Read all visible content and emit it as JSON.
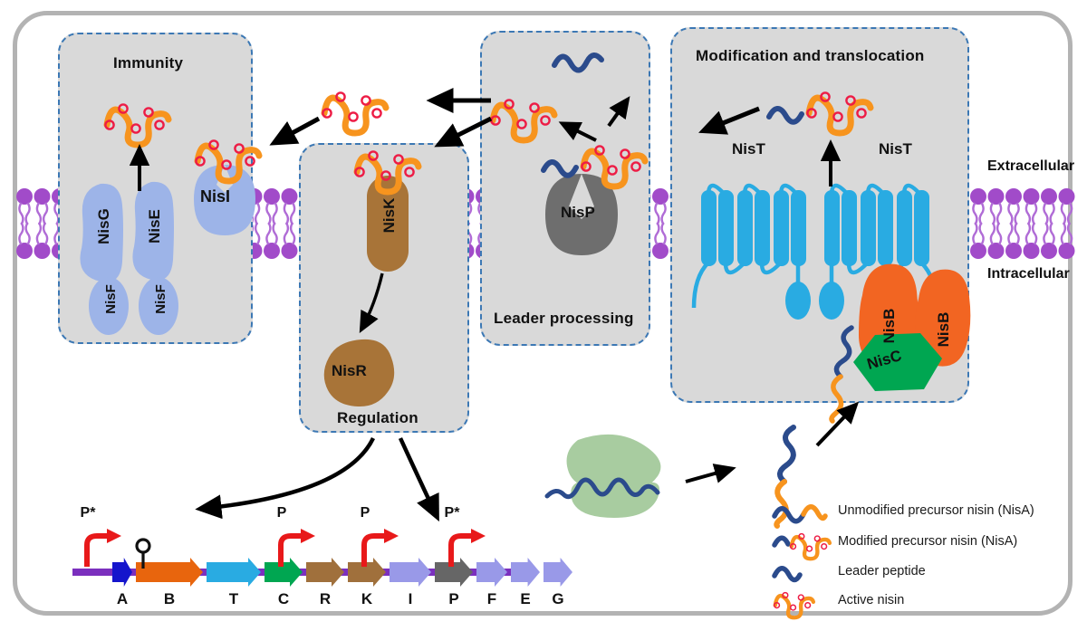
{
  "figure": {
    "type": "biological-pathway-diagram",
    "subject": "Nisin biosynthesis, modification, translocation, immunity and regulation in Lactococcus lactis"
  },
  "membrane": {
    "extracellular_label": "Extracellular",
    "intracellular_label": "Intracellular",
    "head_color": "#A14BC9",
    "tail_color": "#B06CD6"
  },
  "compartments": [
    {
      "id": "immunity",
      "title": "Immunity",
      "title_pos": "top"
    },
    {
      "id": "regulation",
      "title": "Regulation",
      "title_pos": "bottom"
    },
    {
      "id": "leader_processing",
      "title": "Leader processing",
      "title_pos": "bottom"
    },
    {
      "id": "modification",
      "title": "Modification and translocation",
      "title_pos": "top"
    }
  ],
  "proteins": {
    "nisG": {
      "label": "NisG",
      "color": "#9DB4E8"
    },
    "nisE": {
      "label": "NisE",
      "color": "#9DB4E8"
    },
    "nisF_left": {
      "label": "NisF",
      "color": "#9DB4E8"
    },
    "nisF_right": {
      "label": "NisF",
      "color": "#9DB4E8"
    },
    "nisI": {
      "label": "NisI",
      "color": "#9DB4E8"
    },
    "nisK": {
      "label": "NisK",
      "color": "#A87438"
    },
    "nisR": {
      "label": "NisR",
      "color": "#A87438"
    },
    "nisP": {
      "label": "NisP",
      "color": "#6E6E6E"
    },
    "nisT_left": {
      "label": "NisT",
      "color": "#29ABE2"
    },
    "nisT_right": {
      "label": "NisT",
      "color": "#29ABE2"
    },
    "nisB_left": {
      "label": "NisB",
      "color": "#F26522"
    },
    "nisB_right": {
      "label": "NisB",
      "color": "#F26522"
    },
    "nisC": {
      "label": "NisC",
      "color": "#00A651"
    },
    "ribosome": {
      "label": "",
      "color": "#A8CCA0"
    }
  },
  "molecules": {
    "leader_color": "#2B4B8C",
    "core_color": "#F7941E",
    "ring_color": "#ED1C45"
  },
  "gene_cluster": {
    "backbone_color": "#7B2FBE",
    "promoters": [
      {
        "label": "P*",
        "gene": "A"
      },
      {
        "label": "P",
        "gene": "R"
      },
      {
        "label": "P",
        "gene": "I"
      },
      {
        "label": "P*",
        "gene": "F"
      }
    ],
    "terminator_after": "A",
    "genes": [
      {
        "letter": "A",
        "color": "#1515CC",
        "width": 22
      },
      {
        "letter": "B",
        "color": "#E8650D",
        "width": 74
      },
      {
        "letter": "T",
        "color": "#29ABE2",
        "width": 60
      },
      {
        "letter": "C",
        "color": "#00A651",
        "width": 42
      },
      {
        "letter": "R",
        "color": "#A0703C",
        "width": 42
      },
      {
        "letter": "K",
        "color": "#A0703C",
        "width": 42
      },
      {
        "letter": "I",
        "color": "#9999E8",
        "width": 46
      },
      {
        "letter": "P",
        "color": "#666666",
        "width": 42
      },
      {
        "letter": "F",
        "color": "#9999E8",
        "width": 34
      },
      {
        "letter": "E",
        "color": "#9999E8",
        "width": 32
      },
      {
        "letter": "G",
        "color": "#9999E8",
        "width": 32
      }
    ]
  },
  "legend": {
    "items": [
      {
        "icon": "unmodified-precursor-nisin-icon",
        "label": "Unmodified precursor nisin (NisA)"
      },
      {
        "icon": "modified-precursor-nisin-icon",
        "label": "Modified precursor nisin (NisA)"
      },
      {
        "icon": "leader-peptide-icon",
        "label": "Leader peptide"
      },
      {
        "icon": "active-nisin-icon",
        "label": "Active nisin"
      }
    ]
  }
}
